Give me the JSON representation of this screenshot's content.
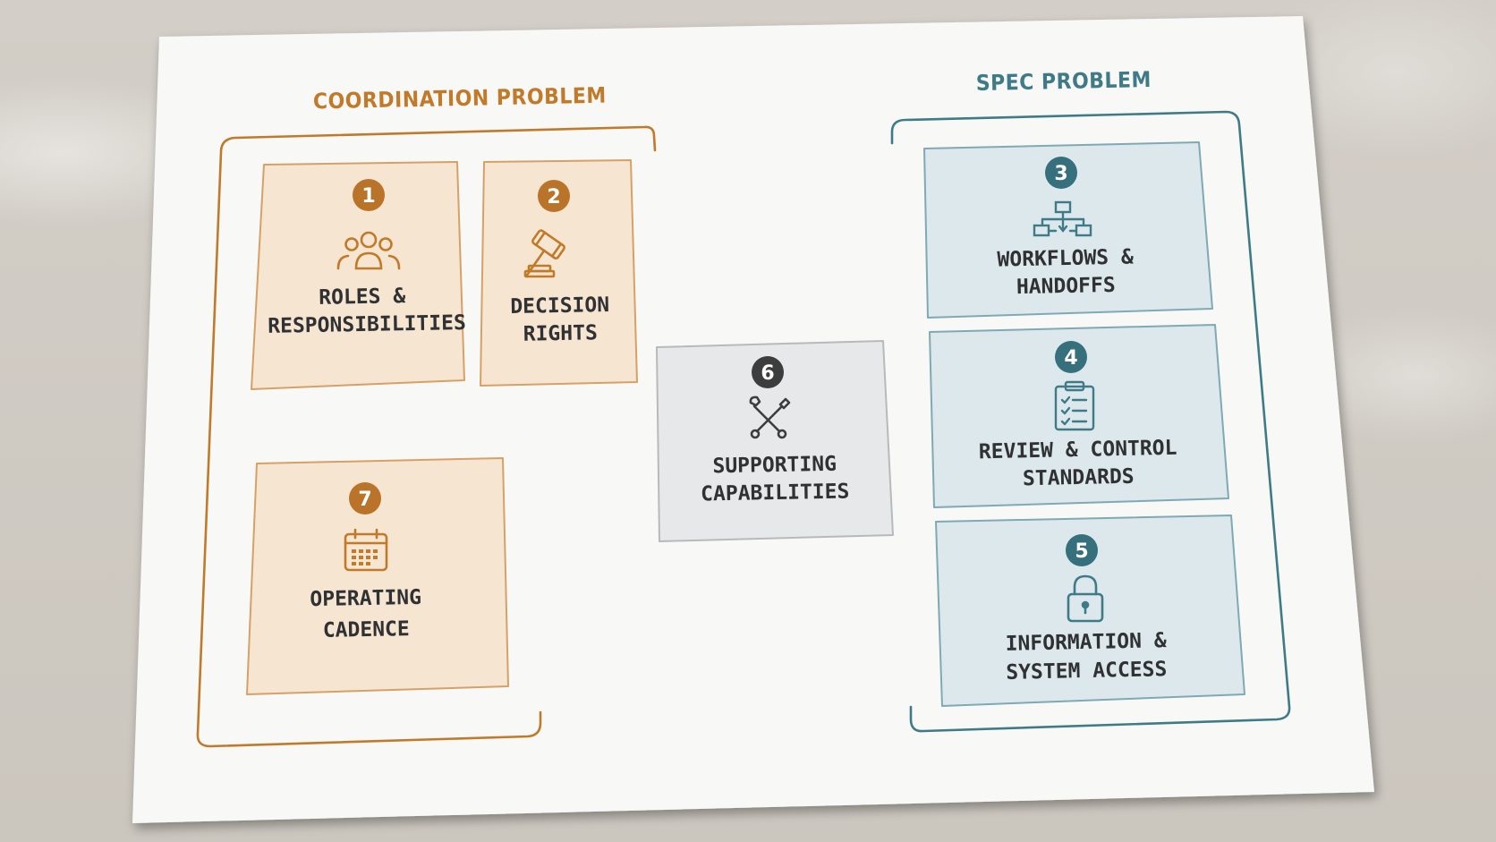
{
  "colors": {
    "coordination_accent": "#c07a2a",
    "coordination_fill": "#f5e5d1",
    "spec_accent": "#3f7b87",
    "spec_fill": "#dde8ed",
    "neutral_fill": "#e7e8e9",
    "neutral_badge": "#3d3d3d"
  },
  "groups": {
    "coordination": {
      "title": "COORDINATION PROBLEM"
    },
    "spec": {
      "title": "SPEC PROBLEM"
    }
  },
  "cards": [
    {
      "number": "1",
      "icon": "people-group-icon",
      "label_lines": [
        "ROLES &",
        "RESPONSIBILITIES"
      ],
      "group": "coordination"
    },
    {
      "number": "2",
      "icon": "gavel-icon",
      "label_lines": [
        "DECISION",
        "RIGHTS"
      ],
      "group": "coordination"
    },
    {
      "number": "3",
      "icon": "workflow-diagram-icon",
      "label_lines": [
        "WORKFLOWS &",
        "HANDOFFS"
      ],
      "group": "spec"
    },
    {
      "number": "4",
      "icon": "clipboard-checklist-icon",
      "label_lines": [
        "REVIEW & CONTROL",
        "STANDARDS"
      ],
      "group": "spec"
    },
    {
      "number": "5",
      "icon": "padlock-icon",
      "label_lines": [
        "INFORMATION &",
        "SYSTEM ACCESS"
      ],
      "group": "spec"
    },
    {
      "number": "6",
      "icon": "wrench-screwdriver-icon",
      "label_lines": [
        "SUPPORTING",
        "CAPABILITIES"
      ],
      "group": "neutral"
    },
    {
      "number": "7",
      "icon": "calendar-icon",
      "label_lines": [
        "OPERATING",
        "CADENCE"
      ],
      "group": "coordination"
    }
  ]
}
